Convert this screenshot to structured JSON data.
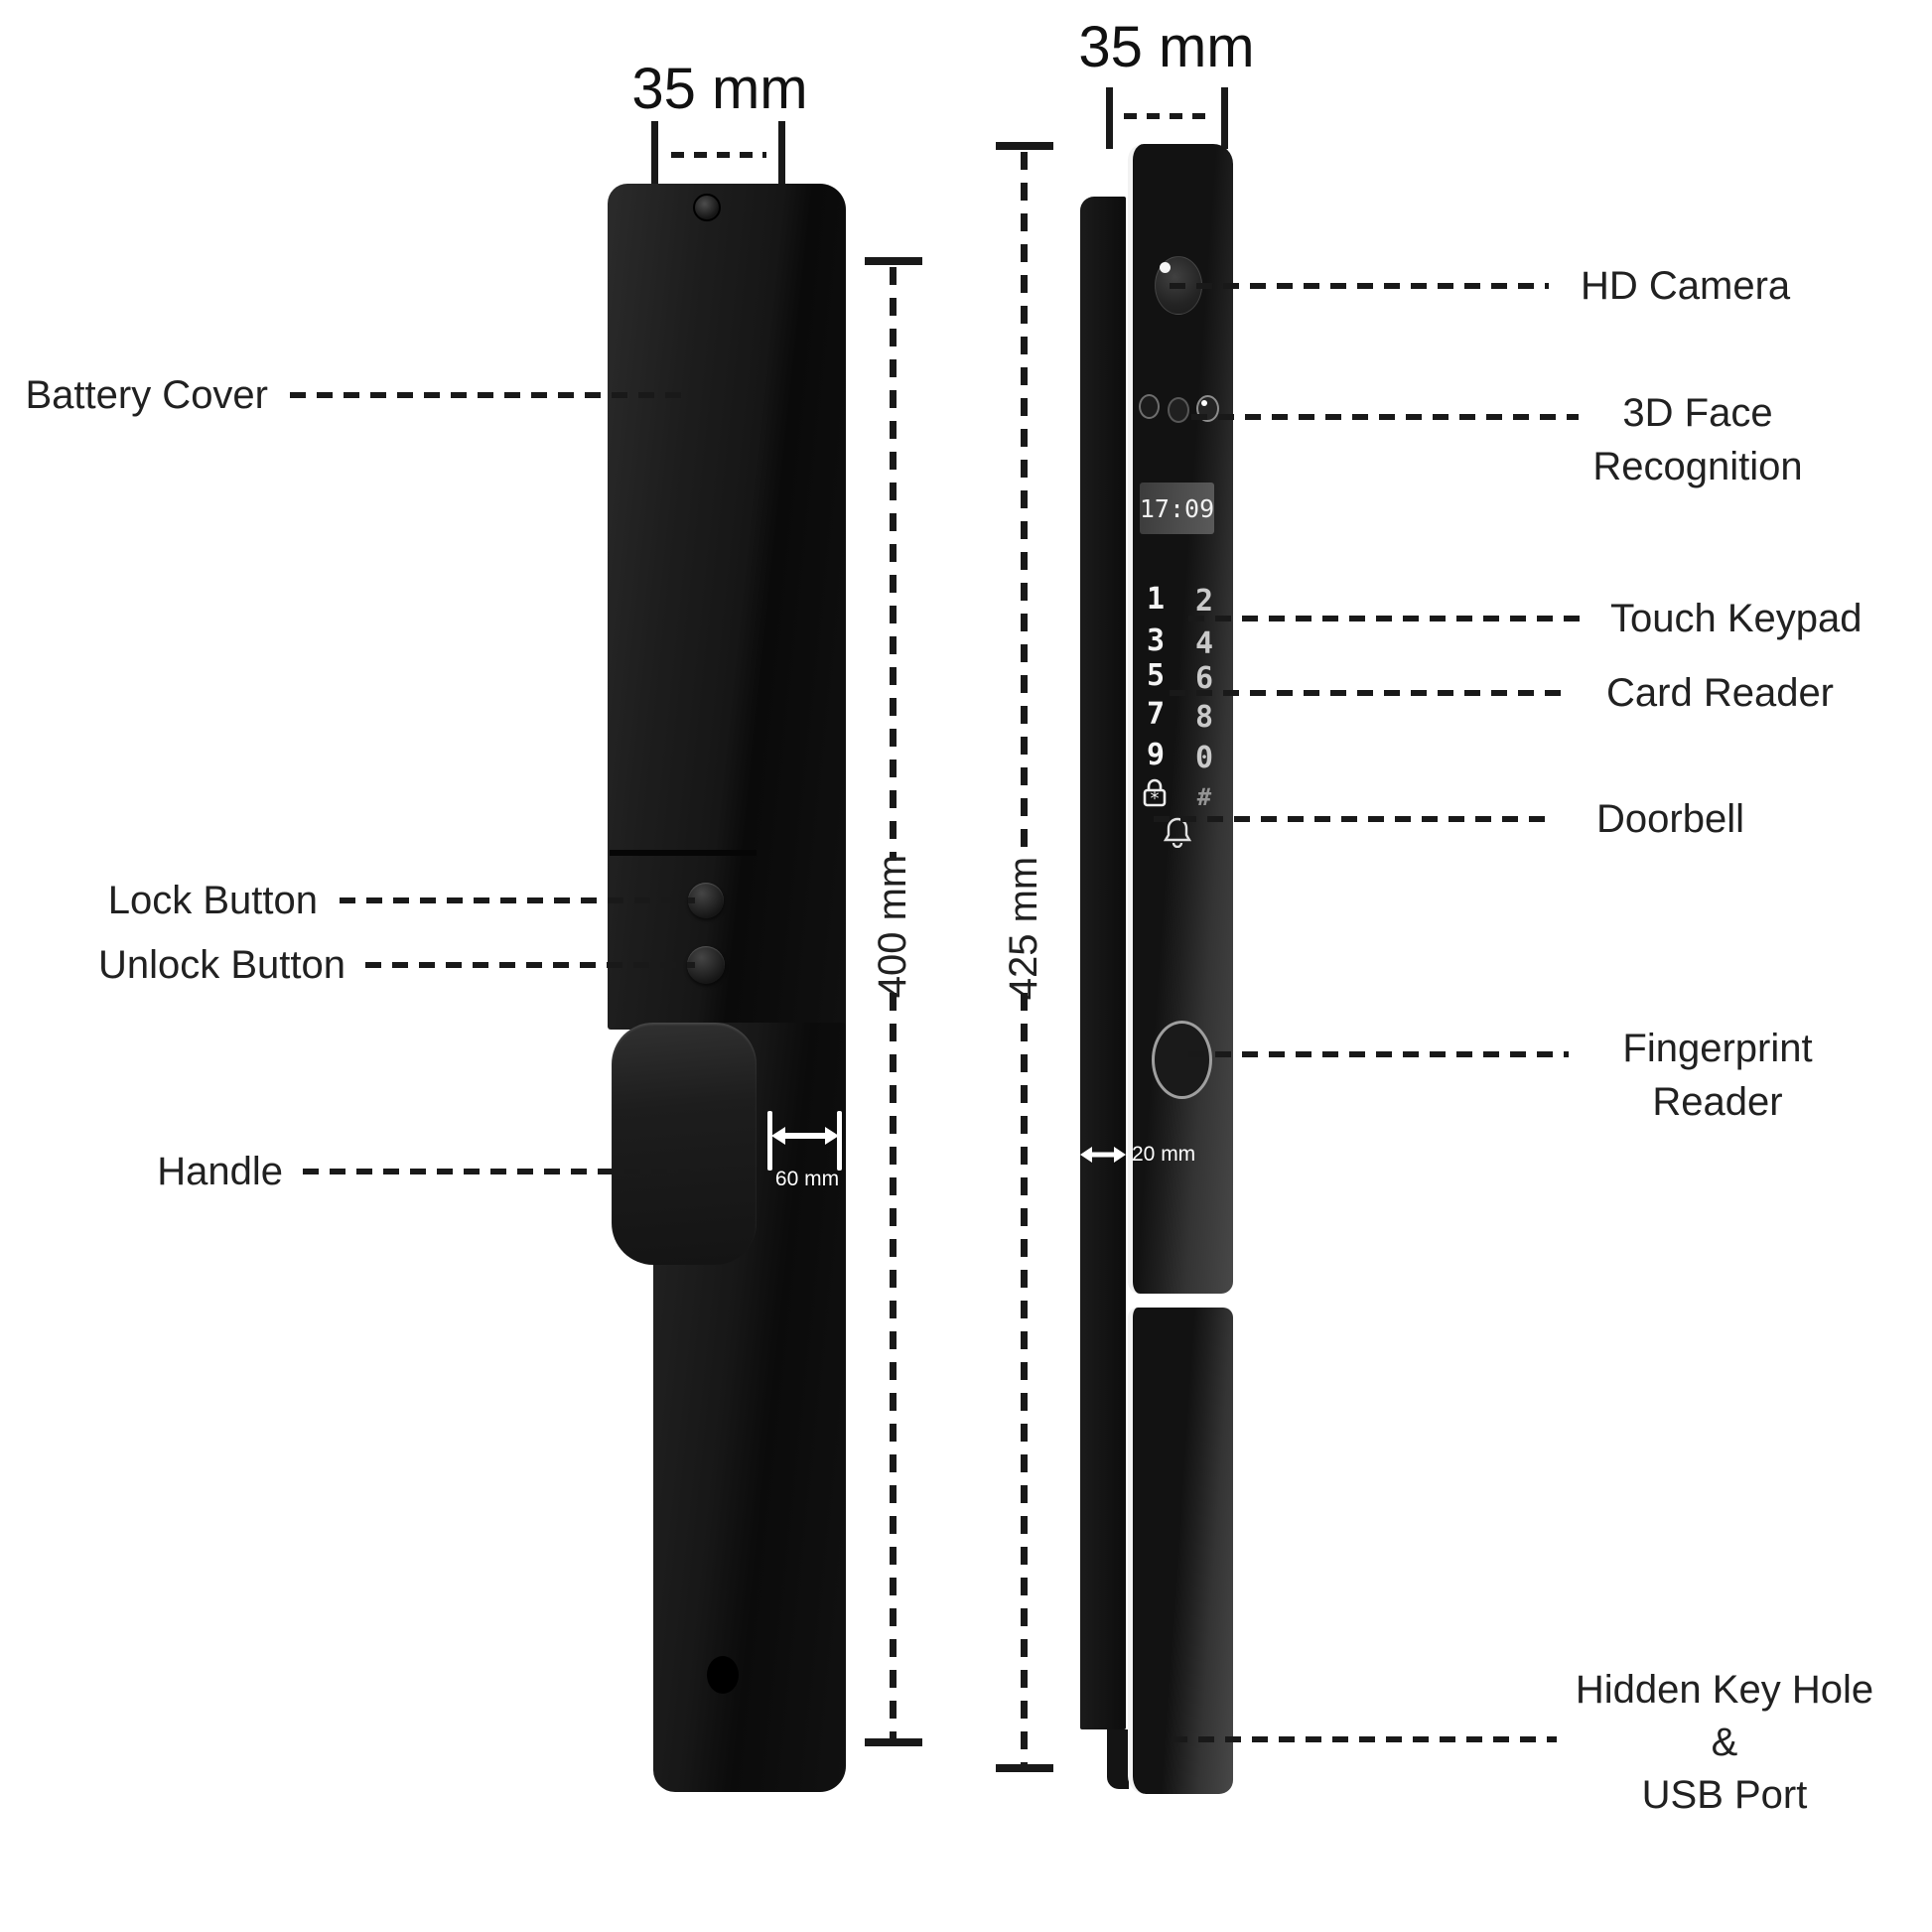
{
  "dims": {
    "width_left": "35 mm",
    "width_right": "35 mm",
    "height_left": "400 mm",
    "height_right": "425 mm",
    "handle_depth": "60 mm",
    "edge_depth": "20 mm"
  },
  "left_labels": {
    "battery_cover": "Battery Cover",
    "lock_button": "Lock Button",
    "unlock_button": "Unlock Button",
    "handle": "Handle"
  },
  "right_labels": {
    "hd_camera": "HD Camera",
    "face_1": "3D Face",
    "face_2": "Recognition",
    "touch_keypad": "Touch Keypad",
    "card_reader": "Card Reader",
    "doorbell": "Doorbell",
    "fp_1": "Fingerprint",
    "fp_2": "Reader",
    "kh_1": "Hidden Key Hole",
    "kh_2": "&",
    "kh_3": "USB Port"
  },
  "device": {
    "clock": "17:09",
    "keys": [
      "1",
      "2",
      "3",
      "4",
      "5",
      "6",
      "7",
      "8",
      "9",
      "0"
    ],
    "hash_key": "#"
  },
  "colors": {
    "line": "#191919",
    "text": "#212121",
    "device_dark": "#0d0d0d",
    "device_mid": "#1d1d1d",
    "panel_light": "#464646",
    "edge_highlight": "#f2f2f2",
    "background": "#ffffff"
  }
}
